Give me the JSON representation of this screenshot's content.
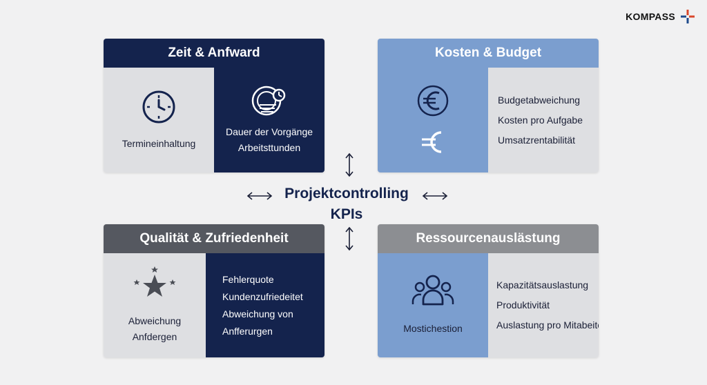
{
  "brand": {
    "name": "KOMPASS"
  },
  "center": {
    "line1": "Projektcontrolling",
    "line2": "KPIs"
  },
  "quadrants": {
    "zeit": {
      "title": "Zeit & Anfward",
      "left_label": "Termineinhaltung",
      "right_lines": [
        "Dauer der Vorgänge",
        "Arbeitsttunden"
      ]
    },
    "kosten": {
      "title": "Kosten & Budget",
      "items": [
        "Budgetabweichung",
        "Kosten pro Aufgabe",
        "Umsatzrentabilität"
      ]
    },
    "quali": {
      "title": "Qualität & Zufriedenheit",
      "left_lines": [
        "Abweichung",
        "Anfdergen"
      ],
      "right_lines": [
        "Fehlerquote",
        "Kundenzufriedeitet",
        "Abweichung von",
        "Anfferurgen"
      ]
    },
    "res": {
      "title": "Ressourcenauslästung",
      "left_label": "Mostichestion",
      "items": [
        "Kapazitätsauslastung",
        "Produktivität",
        "Auslastung pro Mitabeiter"
      ]
    }
  },
  "colors": {
    "navy": "#14234d",
    "blue": "#7b9ecf",
    "gray_dark": "#555860",
    "gray_mid": "#8c8e92",
    "gray_light": "#dedfe2",
    "logo_red": "#d9472b",
    "logo_blue": "#1e4a8c"
  },
  "icons": [
    "clock-icon",
    "coins-icon",
    "euro-outline-icon",
    "euro-icon",
    "stars-icon",
    "people-group-icon",
    "double-arrow-icon"
  ]
}
